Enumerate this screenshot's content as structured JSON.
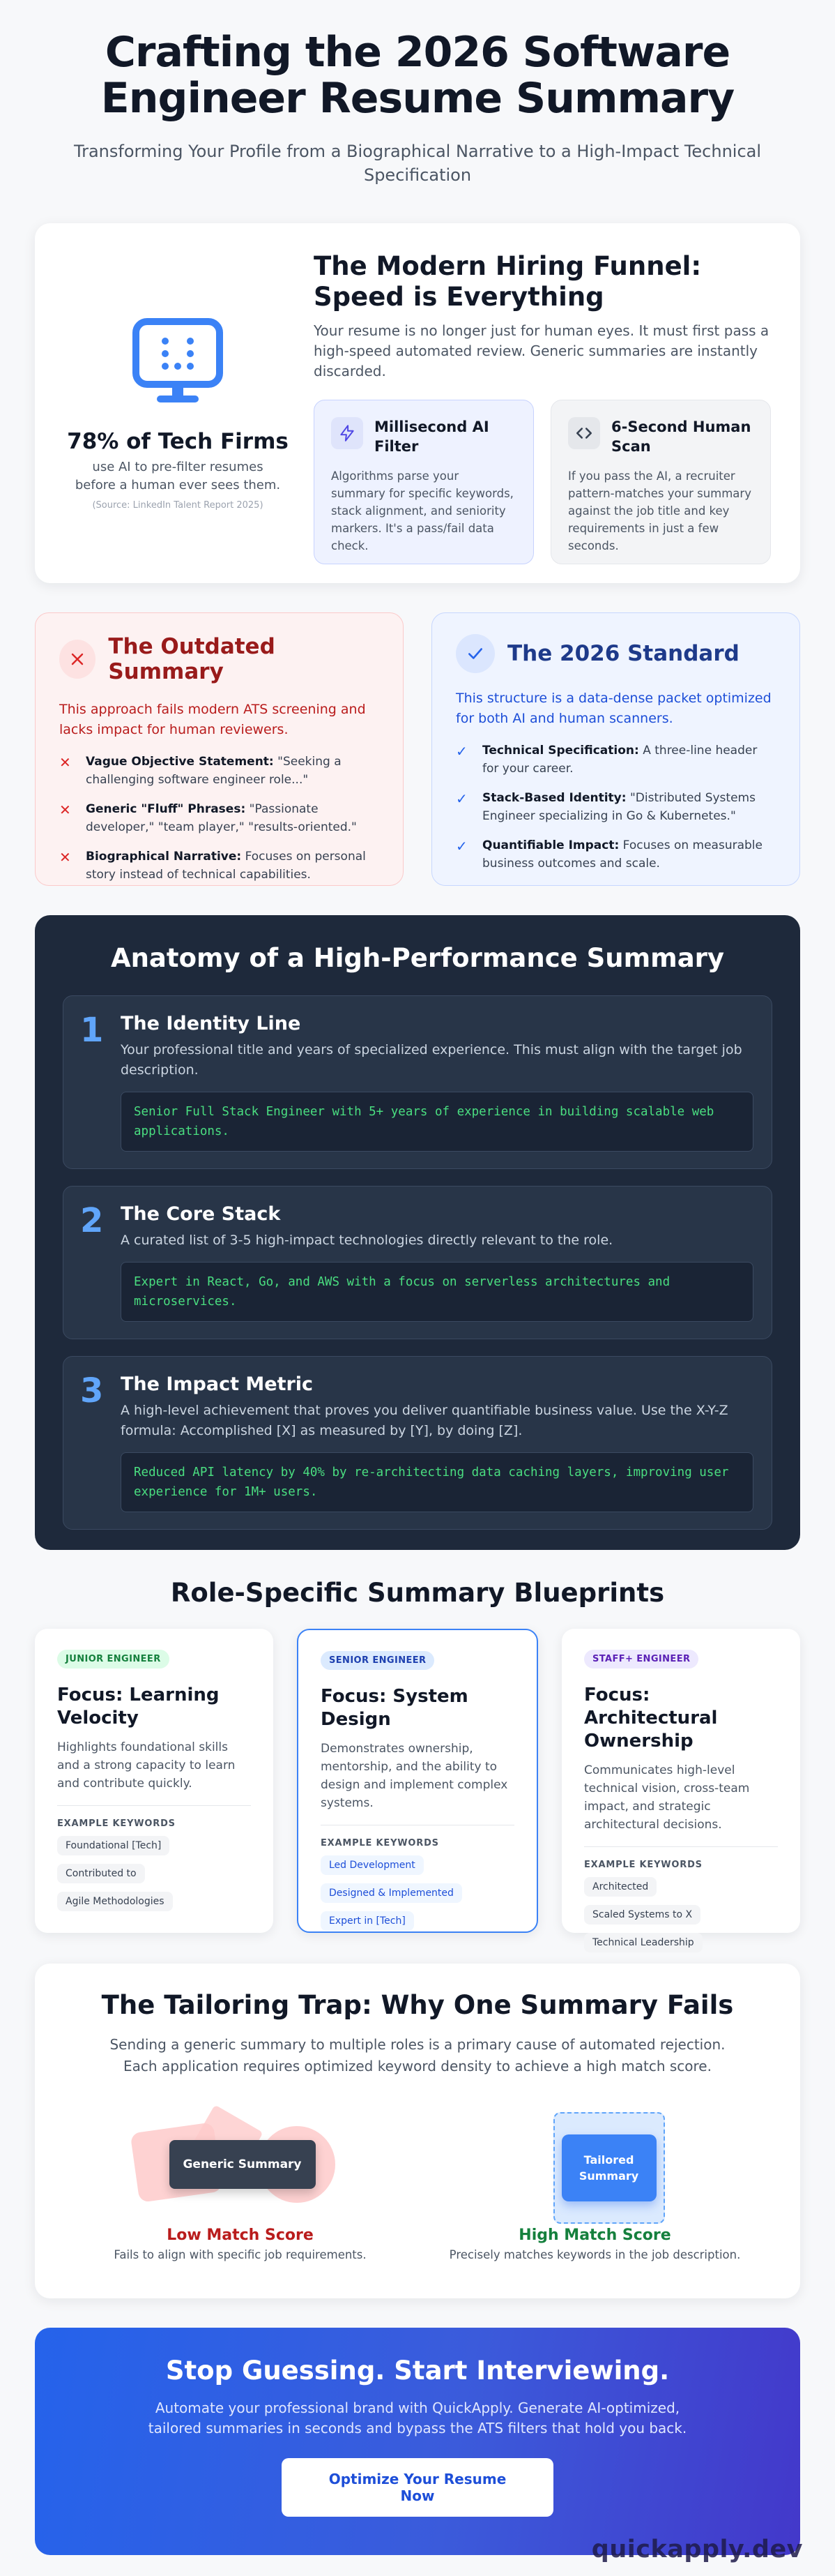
{
  "hero": {
    "title": "Crafting the 2026 Software Engineer Resume Summary",
    "subtitle": "Transforming Your Profile from a Biographical Narrative to a High-Impact Technical Specification"
  },
  "funnel": {
    "stat": "78% of Tech Firms",
    "stat_desc": "use AI to pre-filter resumes before a human ever sees them.",
    "stat_source": "(Source: LinkedIn Talent Report 2025)",
    "title": "The Modern Hiring Funnel: Speed is Everything",
    "lead": "Your resume is no longer just for human eyes. It must first pass a high-speed automated review. Generic summaries are instantly discarded.",
    "ai": {
      "title": "Millisecond AI Filter",
      "text": "Algorithms parse your summary for specific keywords, stack alignment, and seniority markers. It's a pass/fail data check."
    },
    "human": {
      "title": "6-Second Human Scan",
      "text": "If you pass the AI, a recruiter pattern-matches your summary against the job title and key requirements in just a few seconds."
    }
  },
  "outdated": {
    "title": "The Outdated Summary",
    "lead": "This approach fails modern ATS screening and lacks impact for human reviewers.",
    "items": [
      {
        "label": "Vague Objective Statement:",
        "text": " \"Seeking a challenging software engineer role...\""
      },
      {
        "label": "Generic \"Fluff\" Phrases:",
        "text": " \"Passionate developer,\" \"team player,\" \"results-oriented.\""
      },
      {
        "label": "Biographical Narrative:",
        "text": " Focuses on personal story instead of technical capabilities."
      }
    ]
  },
  "standard": {
    "title": "The 2026 Standard",
    "lead": "This structure is a data-dense packet optimized for both AI and human scanners.",
    "items": [
      {
        "label": "Technical Specification:",
        "text": " A three-line header for your career."
      },
      {
        "label": "Stack-Based Identity:",
        "text": " \"Distributed Systems Engineer specializing in Go & Kubernetes.\""
      },
      {
        "label": "Quantifiable Impact:",
        "text": " Focuses on measurable business outcomes and scale."
      }
    ]
  },
  "anatomy": {
    "title": "Anatomy of a High-Performance Summary",
    "steps": [
      {
        "num": "1",
        "title": "The Identity Line",
        "desc": "Your professional title and years of specialized experience. This must align with the target job description.",
        "code": "Senior Full Stack Engineer with 5+ years of experience in building scalable web applications."
      },
      {
        "num": "2",
        "title": "The Core Stack",
        "desc": "A curated list of 3-5 high-impact technologies directly relevant to the role.",
        "code": "Expert in React, Go, and AWS with a focus on serverless architectures and microservices."
      },
      {
        "num": "3",
        "title": "The Impact Metric",
        "desc": "A high-level achievement that proves you deliver quantifiable business value. Use the X-Y-Z formula: Accomplished [X] as measured by [Y], by doing [Z].",
        "code": "Reduced API latency by 40% by re-architecting data caching layers, improving user experience for 1M+ users."
      }
    ]
  },
  "blueprints": {
    "title": "Role-Specific Summary Blueprints",
    "keywords_label": "EXAMPLE KEYWORDS",
    "cards": [
      {
        "badge": "JUNIOR ENGINEER",
        "heading": "Focus: Learning Velocity",
        "desc": "Highlights foundational skills and a strong capacity to learn and contribute quickly.",
        "keywords": [
          "Foundational [Tech]",
          "Contributed to",
          "Agile Methodologies"
        ]
      },
      {
        "badge": "SENIOR ENGINEER",
        "heading": "Focus: System Design",
        "desc": "Demonstrates ownership, mentorship, and the ability to design and implement complex systems.",
        "keywords": [
          "Led Development",
          "Designed & Implemented",
          "Expert in [Tech]"
        ]
      },
      {
        "badge": "STAFF+ ENGINEER",
        "heading": "Focus: Architectural Ownership",
        "desc": "Communicates high-level technical vision, cross-team impact, and strategic architectural decisions.",
        "keywords": [
          "Architected",
          "Scaled Systems to X",
          "Technical Leadership"
        ]
      }
    ]
  },
  "trap": {
    "title": "The Tailoring Trap: Why One Summary Fails",
    "lead": "Sending a generic summary to multiple roles is a primary cause of automated rejection. Each application requires optimized keyword density to achieve a high match score.",
    "generic_label": "Generic Summary",
    "tailored_label": "Tailored Summary",
    "low_title": "Low Match Score",
    "low_desc": "Fails to align with specific job requirements.",
    "high_title": "High Match Score",
    "high_desc": "Precisely matches keywords in the job description."
  },
  "cta": {
    "title": "Stop Guessing. Start Interviewing.",
    "lead": "Automate your professional brand with QuickApply. Generate AI-optimized, tailored summaries in seconds and bypass the ATS filters that hold you back.",
    "button": "Optimize Your Resume Now",
    "watermark": "quickapply.dev"
  },
  "colors": {
    "accent": "#2563eb",
    "bad": "#dc2626",
    "good": "#15803d",
    "dark_panel": "#1e293b",
    "code_green": "#4ade80"
  },
  "icons": [
    "monitor-dots-icon",
    "lightning-icon",
    "code-brackets-icon",
    "close-icon",
    "check-icon"
  ]
}
